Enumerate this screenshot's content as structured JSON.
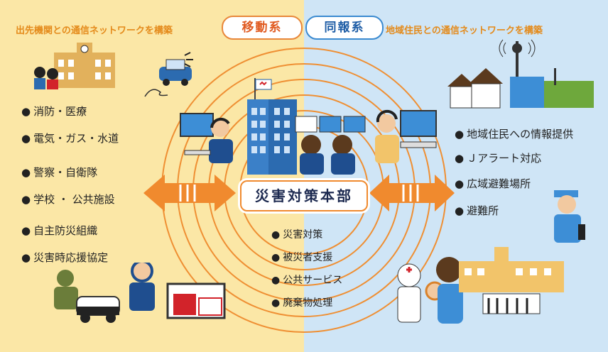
{
  "headers": {
    "left": "出先機関との通信ネットワークを構築",
    "right": "地域住民との通信ネットワークを構築"
  },
  "modes": {
    "left": "移動系",
    "right": "同報系"
  },
  "center": {
    "hq": "災害対策本部",
    "tasks": [
      "災害対策",
      "被災者支援",
      "公共サービス",
      "廃棄物処理"
    ]
  },
  "left_items": [
    "消防・医療",
    "電気・ガス・水道",
    "警察・自衛隊",
    "学校 ・ 公共施設",
    "自主防災組織",
    "災害時応援協定"
  ],
  "right_items": [
    "地域住民への情報提供",
    "Ｊアラート対応",
    "広域避難場所",
    "避難所"
  ],
  "colors": {
    "left_bg": "#fbe7a6",
    "right_bg": "#cfe5f6",
    "accent": "#f08a2e",
    "hq_text": "#1d2a50"
  }
}
